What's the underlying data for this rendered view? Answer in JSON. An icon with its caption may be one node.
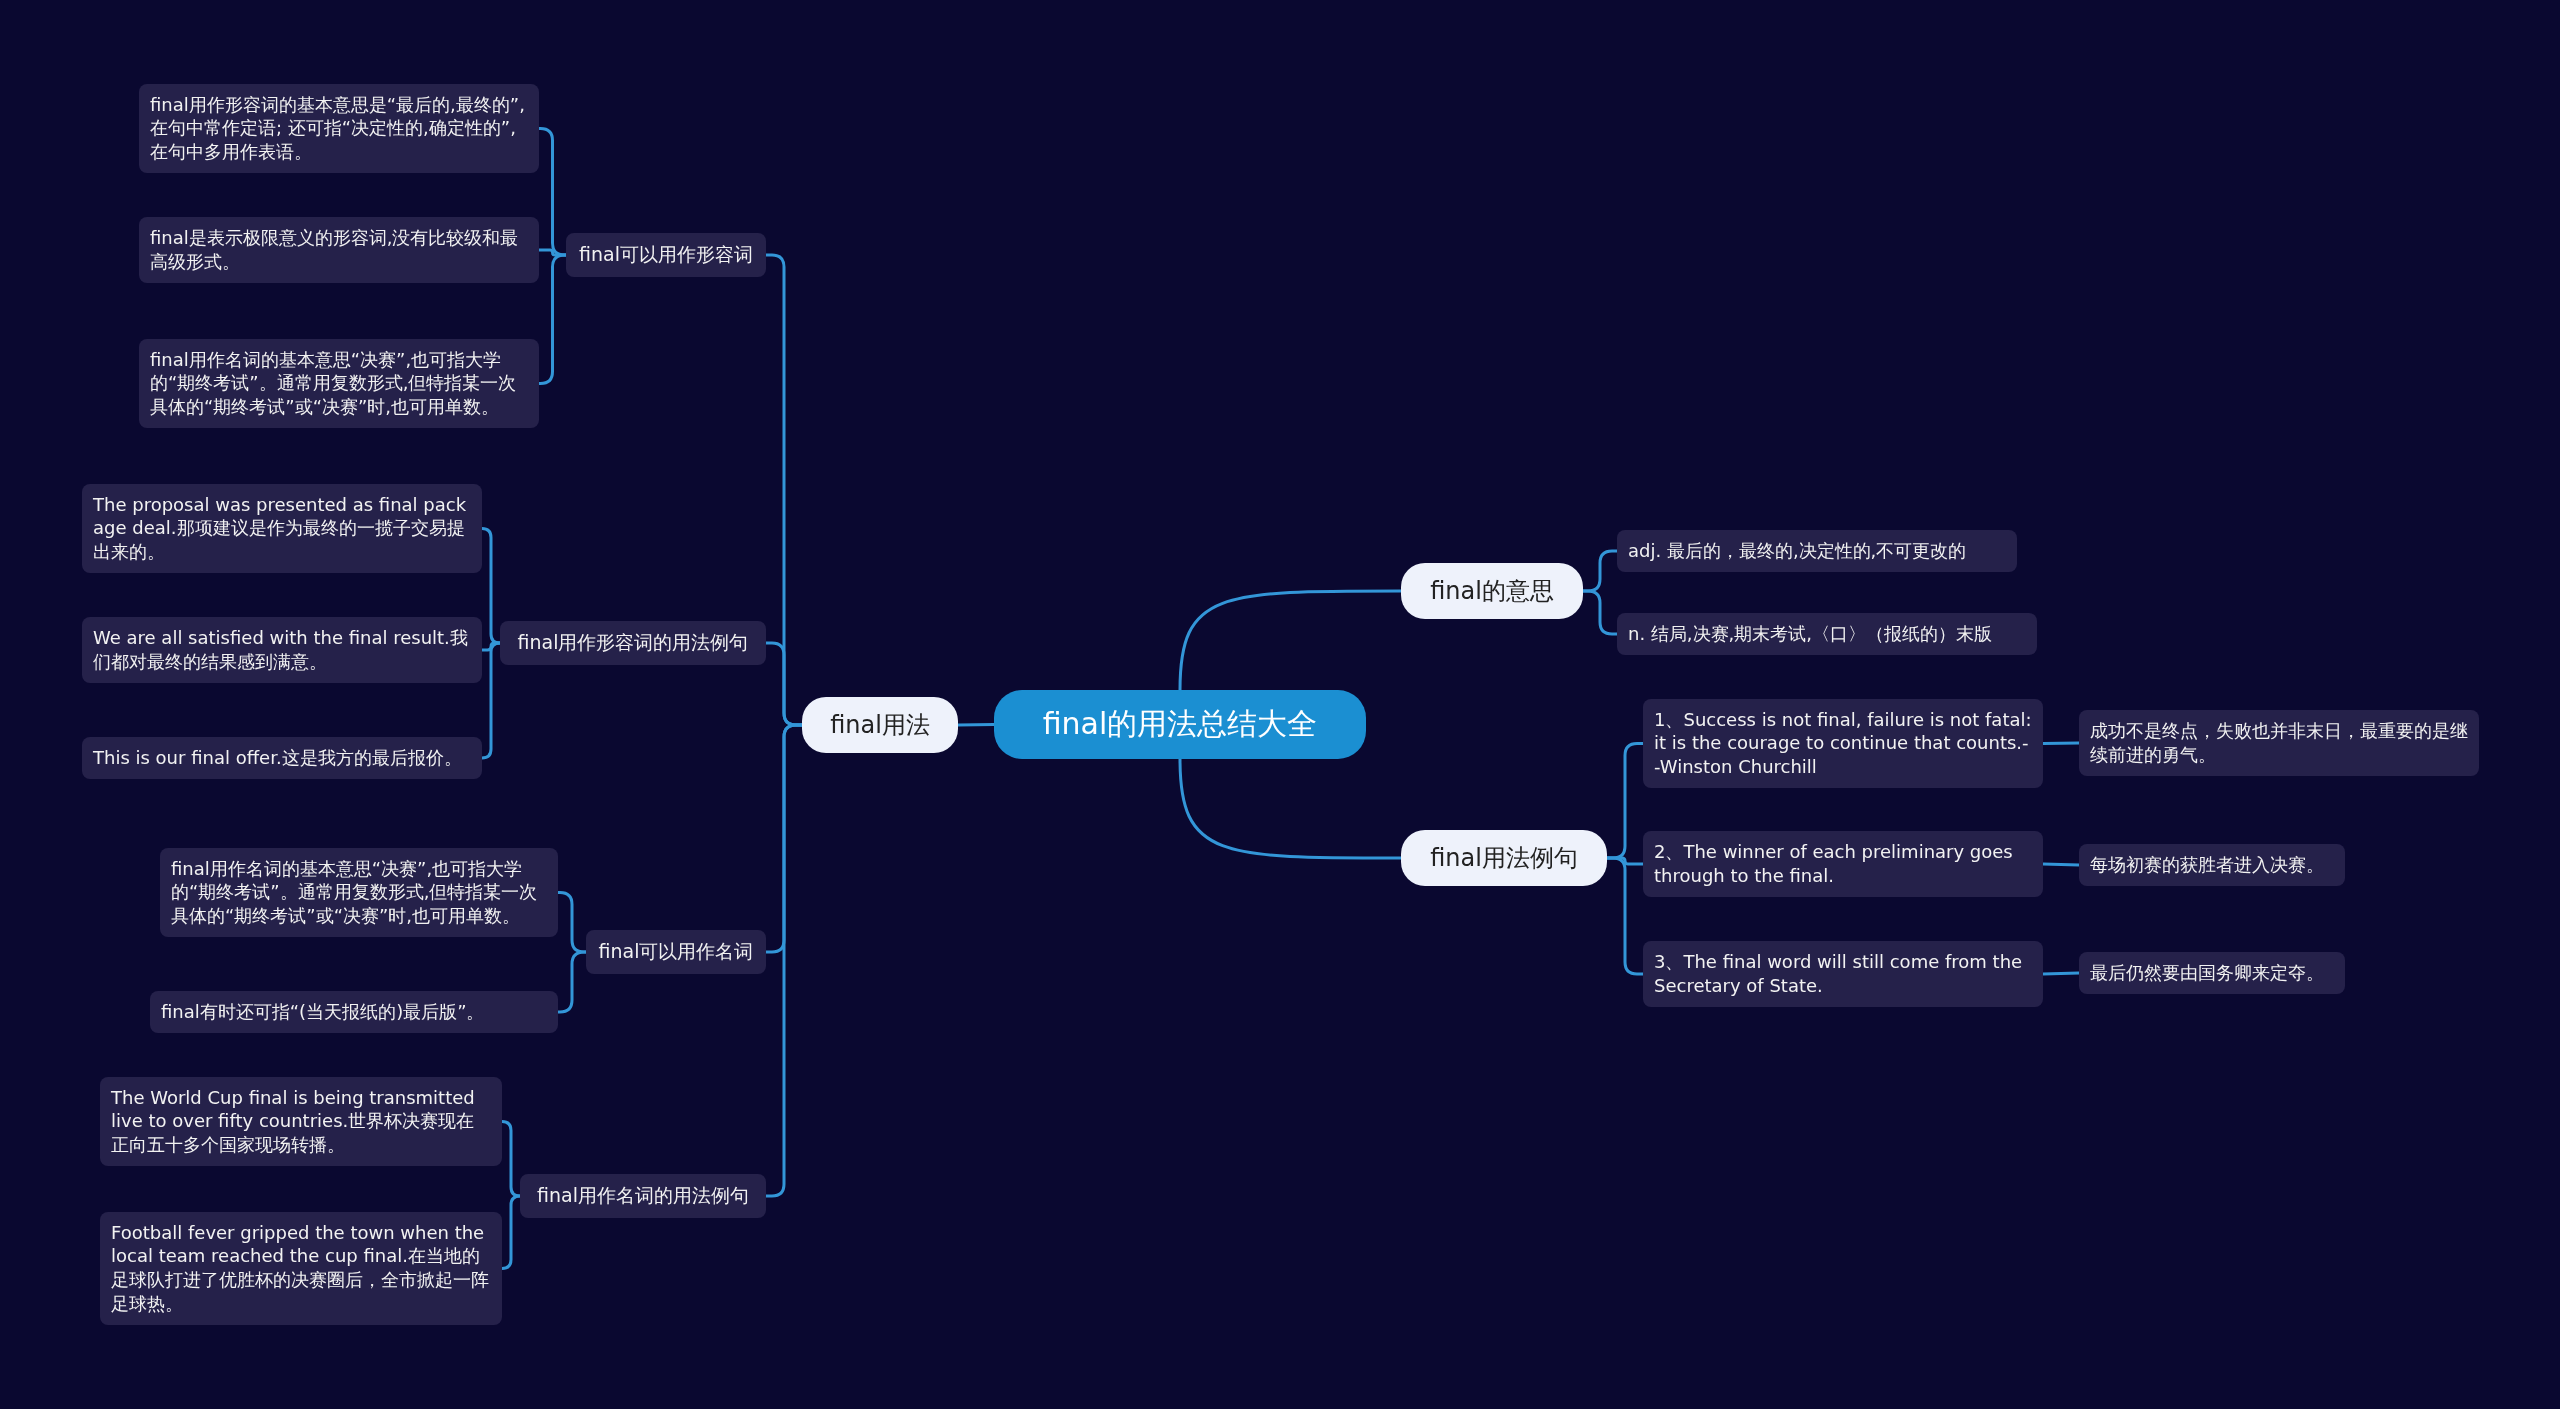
{
  "diagram": {
    "nodes": [
      {
        "text": [
          "final的用法总结大全"
        ]
      },
      {
        "text": [
          "final用法"
        ]
      },
      {
        "text": [
          "final可以用作形容词"
        ]
      },
      {
        "text": [
          "final用作形容词的基本意思是“最后的,最终的”,在句中常作定语; 还可指“决定性的,确定性的”,在句中多用作表语。"
        ]
      },
      {
        "text": [
          "final是表示极限意义的形容词,没有比较级和最高级形式。"
        ]
      },
      {
        "text": [
          "final用作名词的基本意思“决赛”,也可指大学的“期终考试”。通常用复数形式,但特指某一次具体的“期终考试”或“决赛”时,也可用单数。"
        ]
      },
      {
        "text": [
          "final用作形容词的用法例句"
        ]
      },
      {
        "text": [
          "The proposal was presented as final pack age deal.那项建议是作为最终的一揽子交易提出来的。"
        ]
      },
      {
        "text": [
          "We are all satisfied with the final result.我们都对最终的结果感到满意。"
        ]
      },
      {
        "text": [
          "This is our final offer.这是我方的最后报价。"
        ]
      },
      {
        "text": [
          "final可以用作名词"
        ]
      },
      {
        "text": [
          "final用作名词的基本意思“决赛”,也可指大学的“期终考试”。通常用复数形式,但特指某一次具体的“期终考试”或“决赛”时,也可用单数。"
        ]
      },
      {
        "text": [
          "final有时还可指“(当天报纸的)最后版”。"
        ]
      },
      {
        "text": [
          "final用作名词的用法例句"
        ]
      },
      {
        "text": [
          "The World Cup final is being transmitted live to over fifty countries.世界杯决赛现在正向五十多个国家现场转播。"
        ]
      },
      {
        "text": [
          "Football fever gripped the town when the  local team reached the cup final.在当地的足球队打进了优胜杯的决赛圈后，全市掀起一阵足球热。"
        ]
      },
      {
        "text": [
          "final的意思"
        ]
      },
      {
        "text": [
          "adj. 最后的，最终的,决定性的,不可更改的"
        ]
      },
      {
        "text": [
          "n. 结局,决赛,期末考试,〈口〉（报纸的）末版"
        ]
      },
      {
        "text": [
          "final用法例句"
        ]
      },
      {
        "text": [
          "1、Success is not final, failure is not fatal: it is the courage to continue that counts.--Winston Churchill"
        ]
      },
      {
        "text": [
          "成功不是终点，失败也并非末日，最重要的是继续前进的勇气。"
        ]
      },
      {
        "text": [
          "2、The winner of each preliminary goes through to the final."
        ]
      },
      {
        "text": [
          "每场初赛的获胜者进入决赛。"
        ]
      },
      {
        "text": [
          "3、The final word will still come from the Secretary of State."
        ]
      },
      {
        "text": [
          "最后仍然要由国务卿来定夺。"
        ]
      }
    ],
    "edges": [
      {
        "from": 0,
        "to": 1,
        "arrow": "none"
      },
      {
        "from": 0,
        "to": 16,
        "arrow": "none"
      },
      {
        "from": 0,
        "to": 19,
        "arrow": "none"
      },
      {
        "from": 1,
        "to": 2,
        "arrow": "none"
      },
      {
        "from": 1,
        "to": 6,
        "arrow": "none"
      },
      {
        "from": 1,
        "to": 10,
        "arrow": "none"
      },
      {
        "from": 1,
        "to": 13,
        "arrow": "none"
      },
      {
        "from": 2,
        "to": 3,
        "arrow": "none"
      },
      {
        "from": 2,
        "to": 4,
        "arrow": "none"
      },
      {
        "from": 2,
        "to": 5,
        "arrow": "none"
      },
      {
        "from": 6,
        "to": 7,
        "arrow": "none"
      },
      {
        "from": 6,
        "to": 8,
        "arrow": "none"
      },
      {
        "from": 6,
        "to": 9,
        "arrow": "none"
      },
      {
        "from": 10,
        "to": 11,
        "arrow": "none"
      },
      {
        "from": 10,
        "to": 12,
        "arrow": "none"
      },
      {
        "from": 13,
        "to": 14,
        "arrow": "none"
      },
      {
        "from": 13,
        "to": 15,
        "arrow": "none"
      },
      {
        "from": 16,
        "to": 17,
        "arrow": "none"
      },
      {
        "from": 16,
        "to": 18,
        "arrow": "none"
      },
      {
        "from": 19,
        "to": 20,
        "arrow": "none"
      },
      {
        "from": 19,
        "to": 22,
        "arrow": "none"
      },
      {
        "from": 19,
        "to": 24,
        "arrow": "none"
      },
      {
        "from": 20,
        "to": 21,
        "arrow": "none"
      },
      {
        "from": 22,
        "to": 23,
        "arrow": "none"
      },
      {
        "from": 24,
        "to": 25,
        "arrow": "none"
      }
    ]
  }
}
